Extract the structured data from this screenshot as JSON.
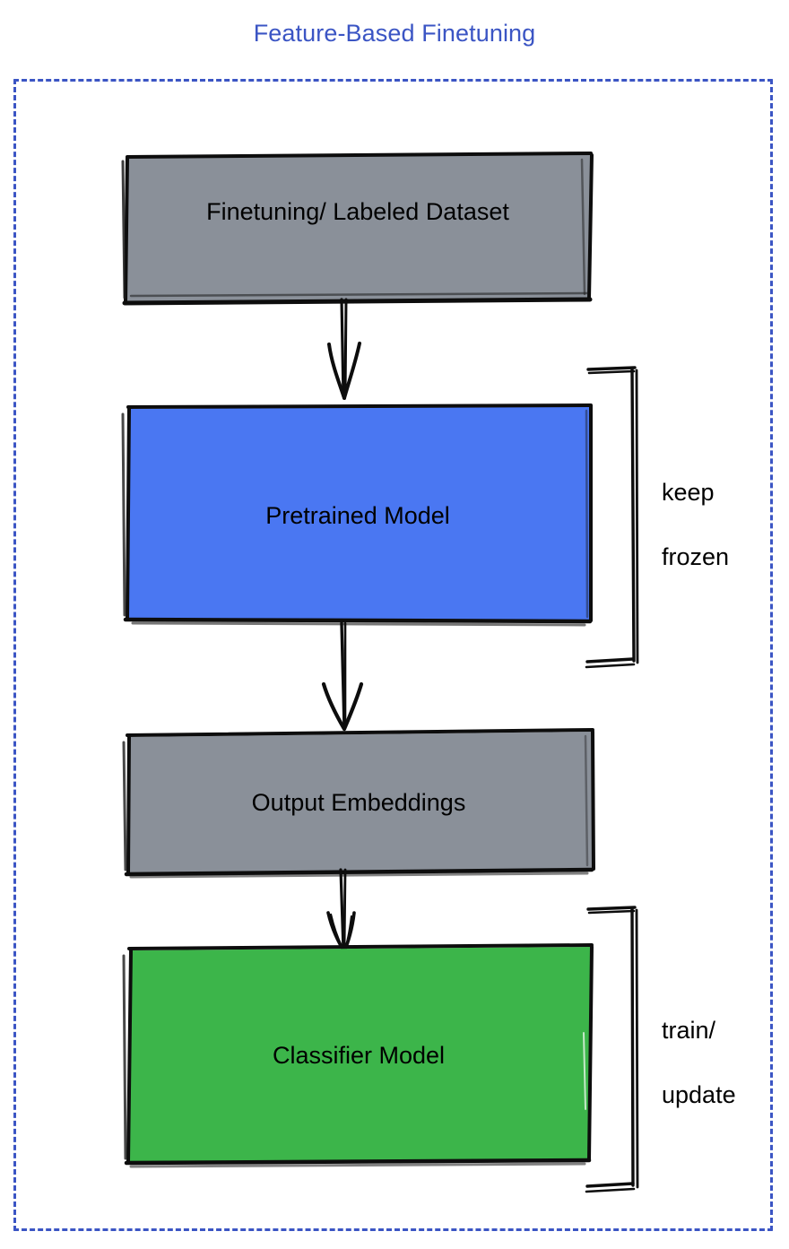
{
  "diagram": {
    "title": "Feature-Based Finetuning",
    "title_color": "#3b55c4",
    "frame_color": "#3b55c4",
    "frame_style": "dashed",
    "background": "#ffffff",
    "style": "hand-drawn sketch"
  },
  "nodes": [
    {
      "id": "finetuning-dataset",
      "label": "Finetuning/ Labeled Dataset",
      "color": "#8a9099",
      "role": "input-data"
    },
    {
      "id": "pretrained-model",
      "label": "Pretrained Model",
      "color": "#4a77f2",
      "role": "frozen-model"
    },
    {
      "id": "output-embeddings",
      "label": "Output Embeddings",
      "color": "#8a9099",
      "role": "intermediate-data"
    },
    {
      "id": "classifier-model",
      "label": "Classifier Model",
      "color": "#3cb54a",
      "role": "trainable-model"
    }
  ],
  "edges": [
    {
      "from": "finetuning-dataset",
      "to": "pretrained-model",
      "type": "arrow"
    },
    {
      "from": "pretrained-model",
      "to": "output-embeddings",
      "type": "arrow"
    },
    {
      "from": "output-embeddings",
      "to": "classifier-model",
      "type": "arrow"
    }
  ],
  "annotations": [
    {
      "id": "keep-frozen",
      "text": "keep\nfrozen",
      "line1": "keep",
      "line2": "frozen",
      "target": "pretrained-model",
      "bracket": true
    },
    {
      "id": "train-update",
      "text": "train/\nupdate",
      "line1": "train/",
      "line2": "update",
      "target": "classifier-model",
      "bracket": true
    }
  ],
  "chart_data": {
    "type": "diagram",
    "title": "Feature-Based Finetuning",
    "flow": [
      "Finetuning/ Labeled Dataset",
      "Pretrained Model",
      "Output Embeddings",
      "Classifier Model"
    ],
    "groups": [
      {
        "label": "keep frozen",
        "members": [
          "Pretrained Model"
        ]
      },
      {
        "label": "train/update",
        "members": [
          "Classifier Model"
        ]
      }
    ]
  }
}
